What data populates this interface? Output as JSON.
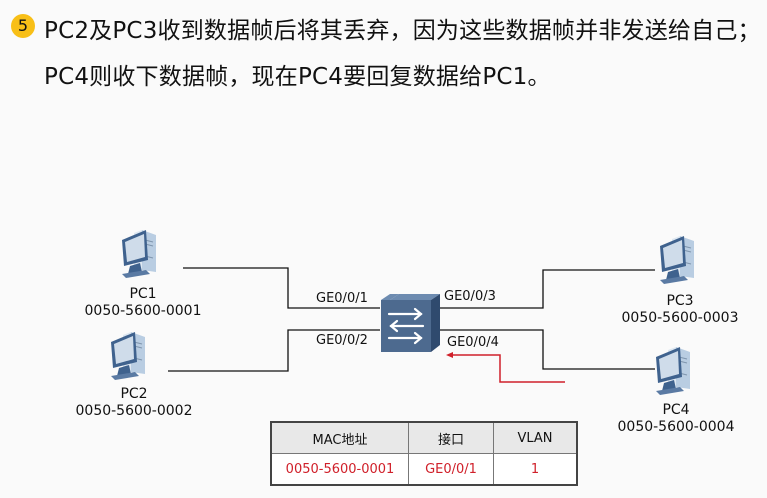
{
  "step": {
    "number": "5",
    "text": "PC2及PC3收到数据帧后将其丢弃，因为这些数据帧并非发送给自己；PC4则收下数据帧，现在PC4要回复数据给PC1。"
  },
  "colors": {
    "badge": "#f8bf17",
    "highlight_red": "#d0202a",
    "switch_body": "#4d6a8f"
  },
  "devices": [
    {
      "id": "pc1",
      "name": "PC1",
      "mac": "0050-5600-0001",
      "icon": "desktop-computer-icon"
    },
    {
      "id": "pc2",
      "name": "PC2",
      "mac": "0050-5600-0002",
      "icon": "desktop-computer-icon"
    },
    {
      "id": "pc3",
      "name": "PC3",
      "mac": "0050-5600-0003",
      "icon": "desktop-computer-icon"
    },
    {
      "id": "pc4",
      "name": "PC4",
      "mac": "0050-5600-0004",
      "icon": "desktop-computer-icon"
    }
  ],
  "switch": {
    "icon": "switch-icon"
  },
  "ports": {
    "p1": "GE0/0/1",
    "p2": "GE0/0/2",
    "p3": "GE0/0/3",
    "p4": "GE0/0/4"
  },
  "mac_table": {
    "headers": [
      "MAC地址",
      "接口",
      "VLAN"
    ],
    "rows": [
      [
        "0050-5600-0001",
        "GE0/0/1",
        "1"
      ]
    ]
  }
}
